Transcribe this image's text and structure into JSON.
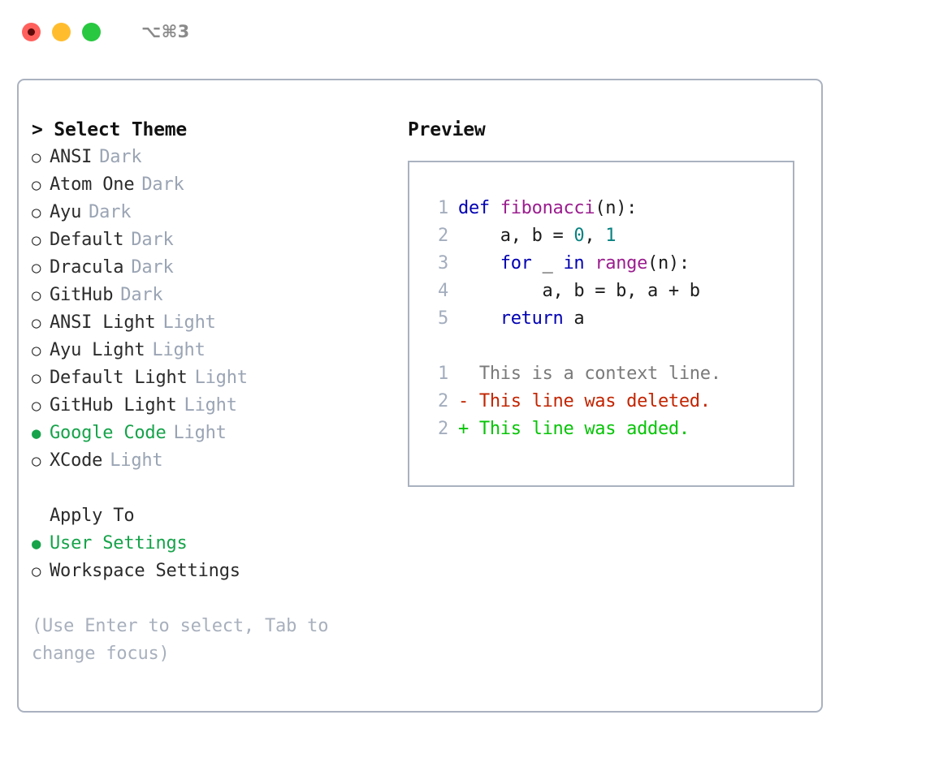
{
  "titlebar": {
    "traffic_lights": [
      "close",
      "minimize",
      "maximize"
    ],
    "shortcut": "⌥⌘3"
  },
  "theme_picker": {
    "header": "> Select Theme",
    "items": [
      {
        "bullet": "○",
        "label": "ANSI",
        "tag": "Dark",
        "selected": false
      },
      {
        "bullet": "○",
        "label": "Atom One",
        "tag": "Dark",
        "selected": false
      },
      {
        "bullet": "○",
        "label": "Ayu",
        "tag": "Dark",
        "selected": false
      },
      {
        "bullet": "○",
        "label": "Default",
        "tag": "Dark",
        "selected": false
      },
      {
        "bullet": "○",
        "label": "Dracula",
        "tag": "Dark",
        "selected": false
      },
      {
        "bullet": "○",
        "label": "GitHub",
        "tag": "Dark",
        "selected": false
      },
      {
        "bullet": "○",
        "label": "ANSI Light",
        "tag": "Light",
        "selected": false
      },
      {
        "bullet": "○",
        "label": "Ayu Light",
        "tag": "Light",
        "selected": false
      },
      {
        "bullet": "○",
        "label": "Default Light",
        "tag": "Light",
        "selected": false
      },
      {
        "bullet": "○",
        "label": "GitHub Light",
        "tag": "Light",
        "selected": false
      },
      {
        "bullet": "●",
        "label": "Google Code",
        "tag": "Light",
        "selected": true
      },
      {
        "bullet": "○",
        "label": "XCode",
        "tag": "Light",
        "selected": false
      }
    ]
  },
  "apply_to": {
    "header": "Apply To",
    "items": [
      {
        "bullet": "●",
        "label": "User Settings",
        "selected": true
      },
      {
        "bullet": "○",
        "label": "Workspace Settings",
        "selected": false
      }
    ]
  },
  "hint": "(Use Enter to select, Tab to change focus)",
  "preview": {
    "title": "Preview",
    "code_lines": [
      {
        "num": "1",
        "tokens": [
          {
            "t": "def",
            "c": "kw"
          },
          {
            "t": " ",
            "c": "plain"
          },
          {
            "t": "fibonacci",
            "c": "fn"
          },
          {
            "t": "(n):",
            "c": "plain"
          }
        ]
      },
      {
        "num": "2",
        "tokens": [
          {
            "t": "    a, b = ",
            "c": "plain"
          },
          {
            "t": "0",
            "c": "num"
          },
          {
            "t": ", ",
            "c": "plain"
          },
          {
            "t": "1",
            "c": "num"
          }
        ]
      },
      {
        "num": "3",
        "tokens": [
          {
            "t": "    ",
            "c": "plain"
          },
          {
            "t": "for",
            "c": "kw"
          },
          {
            "t": " _ ",
            "c": "plain"
          },
          {
            "t": "in",
            "c": "kw"
          },
          {
            "t": " ",
            "c": "plain"
          },
          {
            "t": "range",
            "c": "fn"
          },
          {
            "t": "(n):",
            "c": "plain"
          }
        ]
      },
      {
        "num": "4",
        "tokens": [
          {
            "t": "        a, b = b, a + b",
            "c": "plain"
          }
        ]
      },
      {
        "num": "5",
        "tokens": [
          {
            "t": "    ",
            "c": "plain"
          },
          {
            "t": "return",
            "c": "kw"
          },
          {
            "t": " a",
            "c": "plain"
          }
        ]
      }
    ],
    "diff_lines": [
      {
        "num": "1",
        "marker": " ",
        "text": " This is a context line.",
        "kind": "ctx"
      },
      {
        "num": "2",
        "marker": "-",
        "text": " This line was deleted.",
        "kind": "del"
      },
      {
        "num": "2",
        "marker": "+",
        "text": " This line was added.",
        "kind": "add"
      }
    ]
  },
  "colors": {
    "accent_green": "#16a34a",
    "tag_gray": "#9aa4b4",
    "border": "#aab2c0",
    "keyword": "#0000b3",
    "function": "#9b1d8f",
    "number": "#088281",
    "diff_add": "#06c406",
    "diff_del": "#c22400",
    "linenum": "#a3adbd"
  }
}
